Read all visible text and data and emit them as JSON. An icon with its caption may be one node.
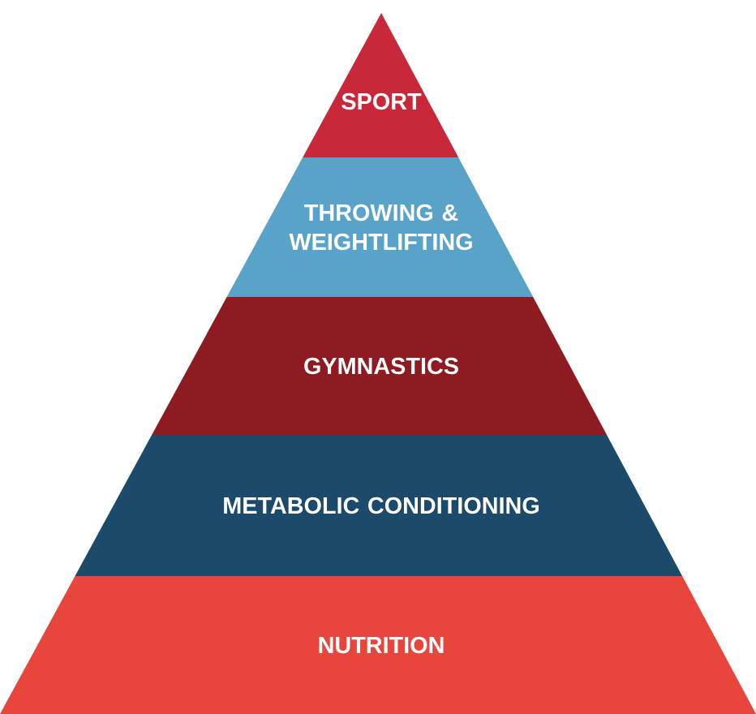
{
  "diagram": {
    "nodes": [
      {
        "text": [
          "SPORT"
        ]
      },
      {
        "text": [
          "THROWING & WEIGHTLIFTING"
        ]
      },
      {
        "text": [
          "GYMNASTICS"
        ]
      },
      {
        "text": [
          "METABOLIC CONDITIONING"
        ]
      },
      {
        "text": [
          "NUTRITION"
        ]
      }
    ]
  }
}
